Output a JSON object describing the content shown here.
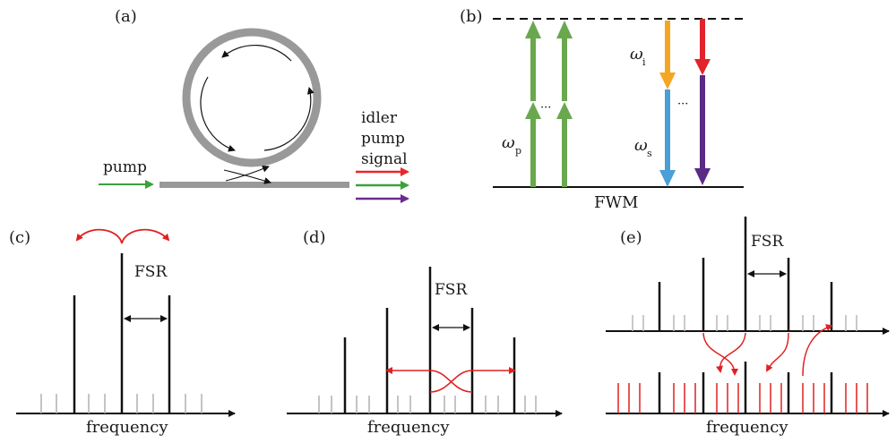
{
  "panels": {
    "a": {
      "label": "(a)",
      "pump_label": "pump",
      "output_labels": [
        "idler",
        "pump",
        "signal"
      ]
    },
    "b": {
      "label": "(b)",
      "omega_p": "ω",
      "omega_p_sub": "p",
      "omega_i": "ω",
      "omega_i_sub": "i",
      "omega_s": "ω",
      "omega_s_sub": "s",
      "ellipsis_left": "···",
      "ellipsis_right": "···",
      "caption": "FWM"
    },
    "c": {
      "label": "(c)",
      "fsr": "FSR",
      "axis": "frequency"
    },
    "d": {
      "label": "(d)",
      "fsr": "FSR",
      "axis": "frequency"
    },
    "e": {
      "label": "(e)",
      "fsr": "FSR",
      "axis": "frequency"
    }
  },
  "colors": {
    "idler": "#e8262b",
    "pump": "#3aa23a",
    "signal": "#6a2c91",
    "pump_green": "#6aa84f",
    "idler_orange": "#f5a623",
    "signal_blue": "#4a9fd6",
    "idler_red": "#e0242a",
    "signal_purple": "#5b2a86",
    "ring": "#999999",
    "feedback_red": "#e02020"
  }
}
